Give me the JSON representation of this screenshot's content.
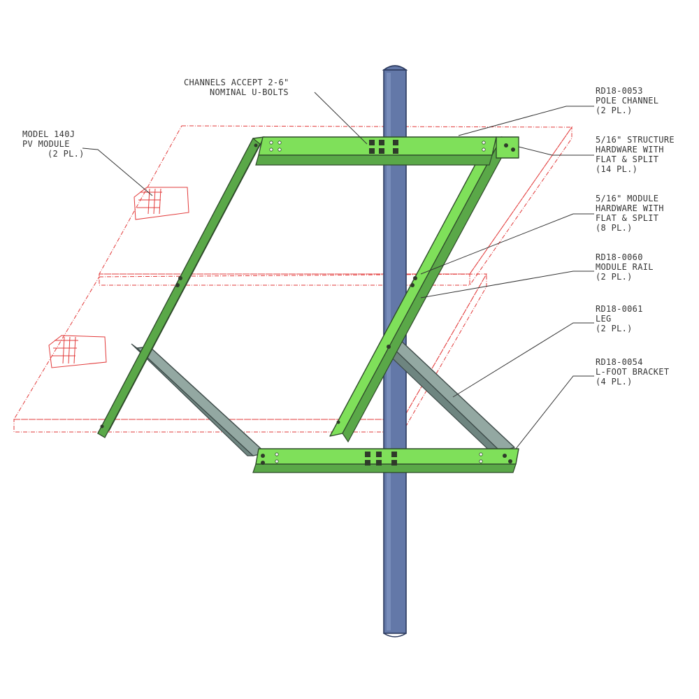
{
  "labels": {
    "channels": [
      "CHANNELS ACCEPT 2-6\"",
      "NOMINAL U-BOLTS"
    ],
    "model_pv": [
      "MODEL 140J",
      "PV MODULE",
      "(2 PL.)"
    ],
    "pole_channel": [
      "RD18-0053",
      "POLE CHANNEL",
      "(2 PL.)"
    ],
    "structure_hw": [
      "5/16\" STRUCTURE",
      "HARDWARE WITH",
      "FLAT & SPLIT",
      "(14 PL.)"
    ],
    "module_hw": [
      "5/16\" MODULE",
      "HARDWARE WITH",
      "FLAT & SPLIT",
      "(8 PL.)"
    ],
    "module_rail": [
      "RD18-0060",
      "MODULE RAIL",
      "(2 PL.)"
    ],
    "leg": [
      "RD18-0061",
      "LEG",
      "(2 PL.)"
    ],
    "lfoot": [
      "RD18-0054",
      "L-FOOT BRACKET",
      "(4 PL.)"
    ]
  },
  "colors": {
    "rail_green": "#7fe05a",
    "leg_gray": "#93a8a2",
    "pole_blue": "#6378a8",
    "pv_outline_red": "#e23a3a"
  }
}
